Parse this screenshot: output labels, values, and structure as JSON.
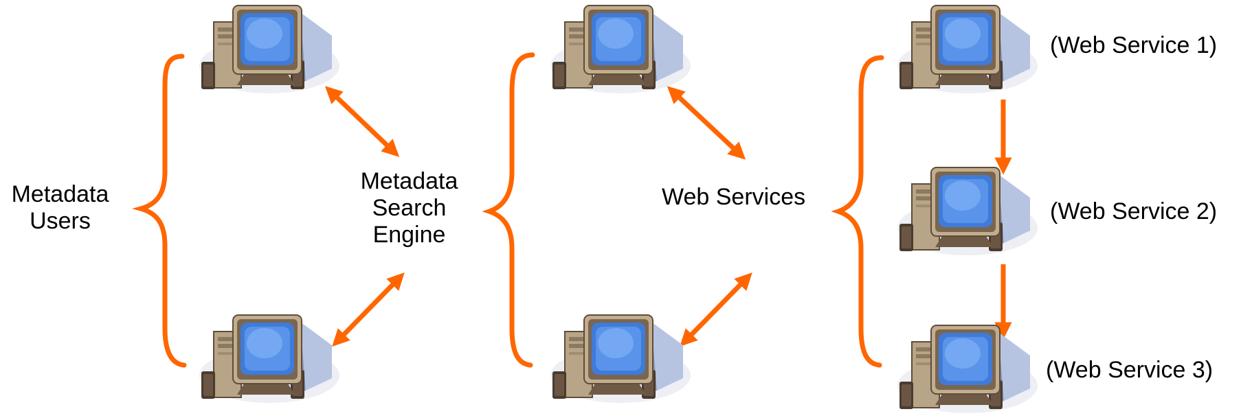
{
  "theme": {
    "accent_color": "#FF6600",
    "monitor_screen_color": "#3f7bd8",
    "computer_body_color": "#c2ad8d"
  },
  "icons": {
    "computer": "desktop-computer-icon"
  },
  "labels": {
    "metadata_users": [
      "Metadata",
      "Users"
    ],
    "search_engine": [
      "Metadata",
      "Search",
      "Engine"
    ],
    "web_services": "Web Services",
    "web_service_1": "(Web Service 1)",
    "web_service_2": "(Web Service 2)",
    "web_service_3": "(Web Service 3)"
  }
}
